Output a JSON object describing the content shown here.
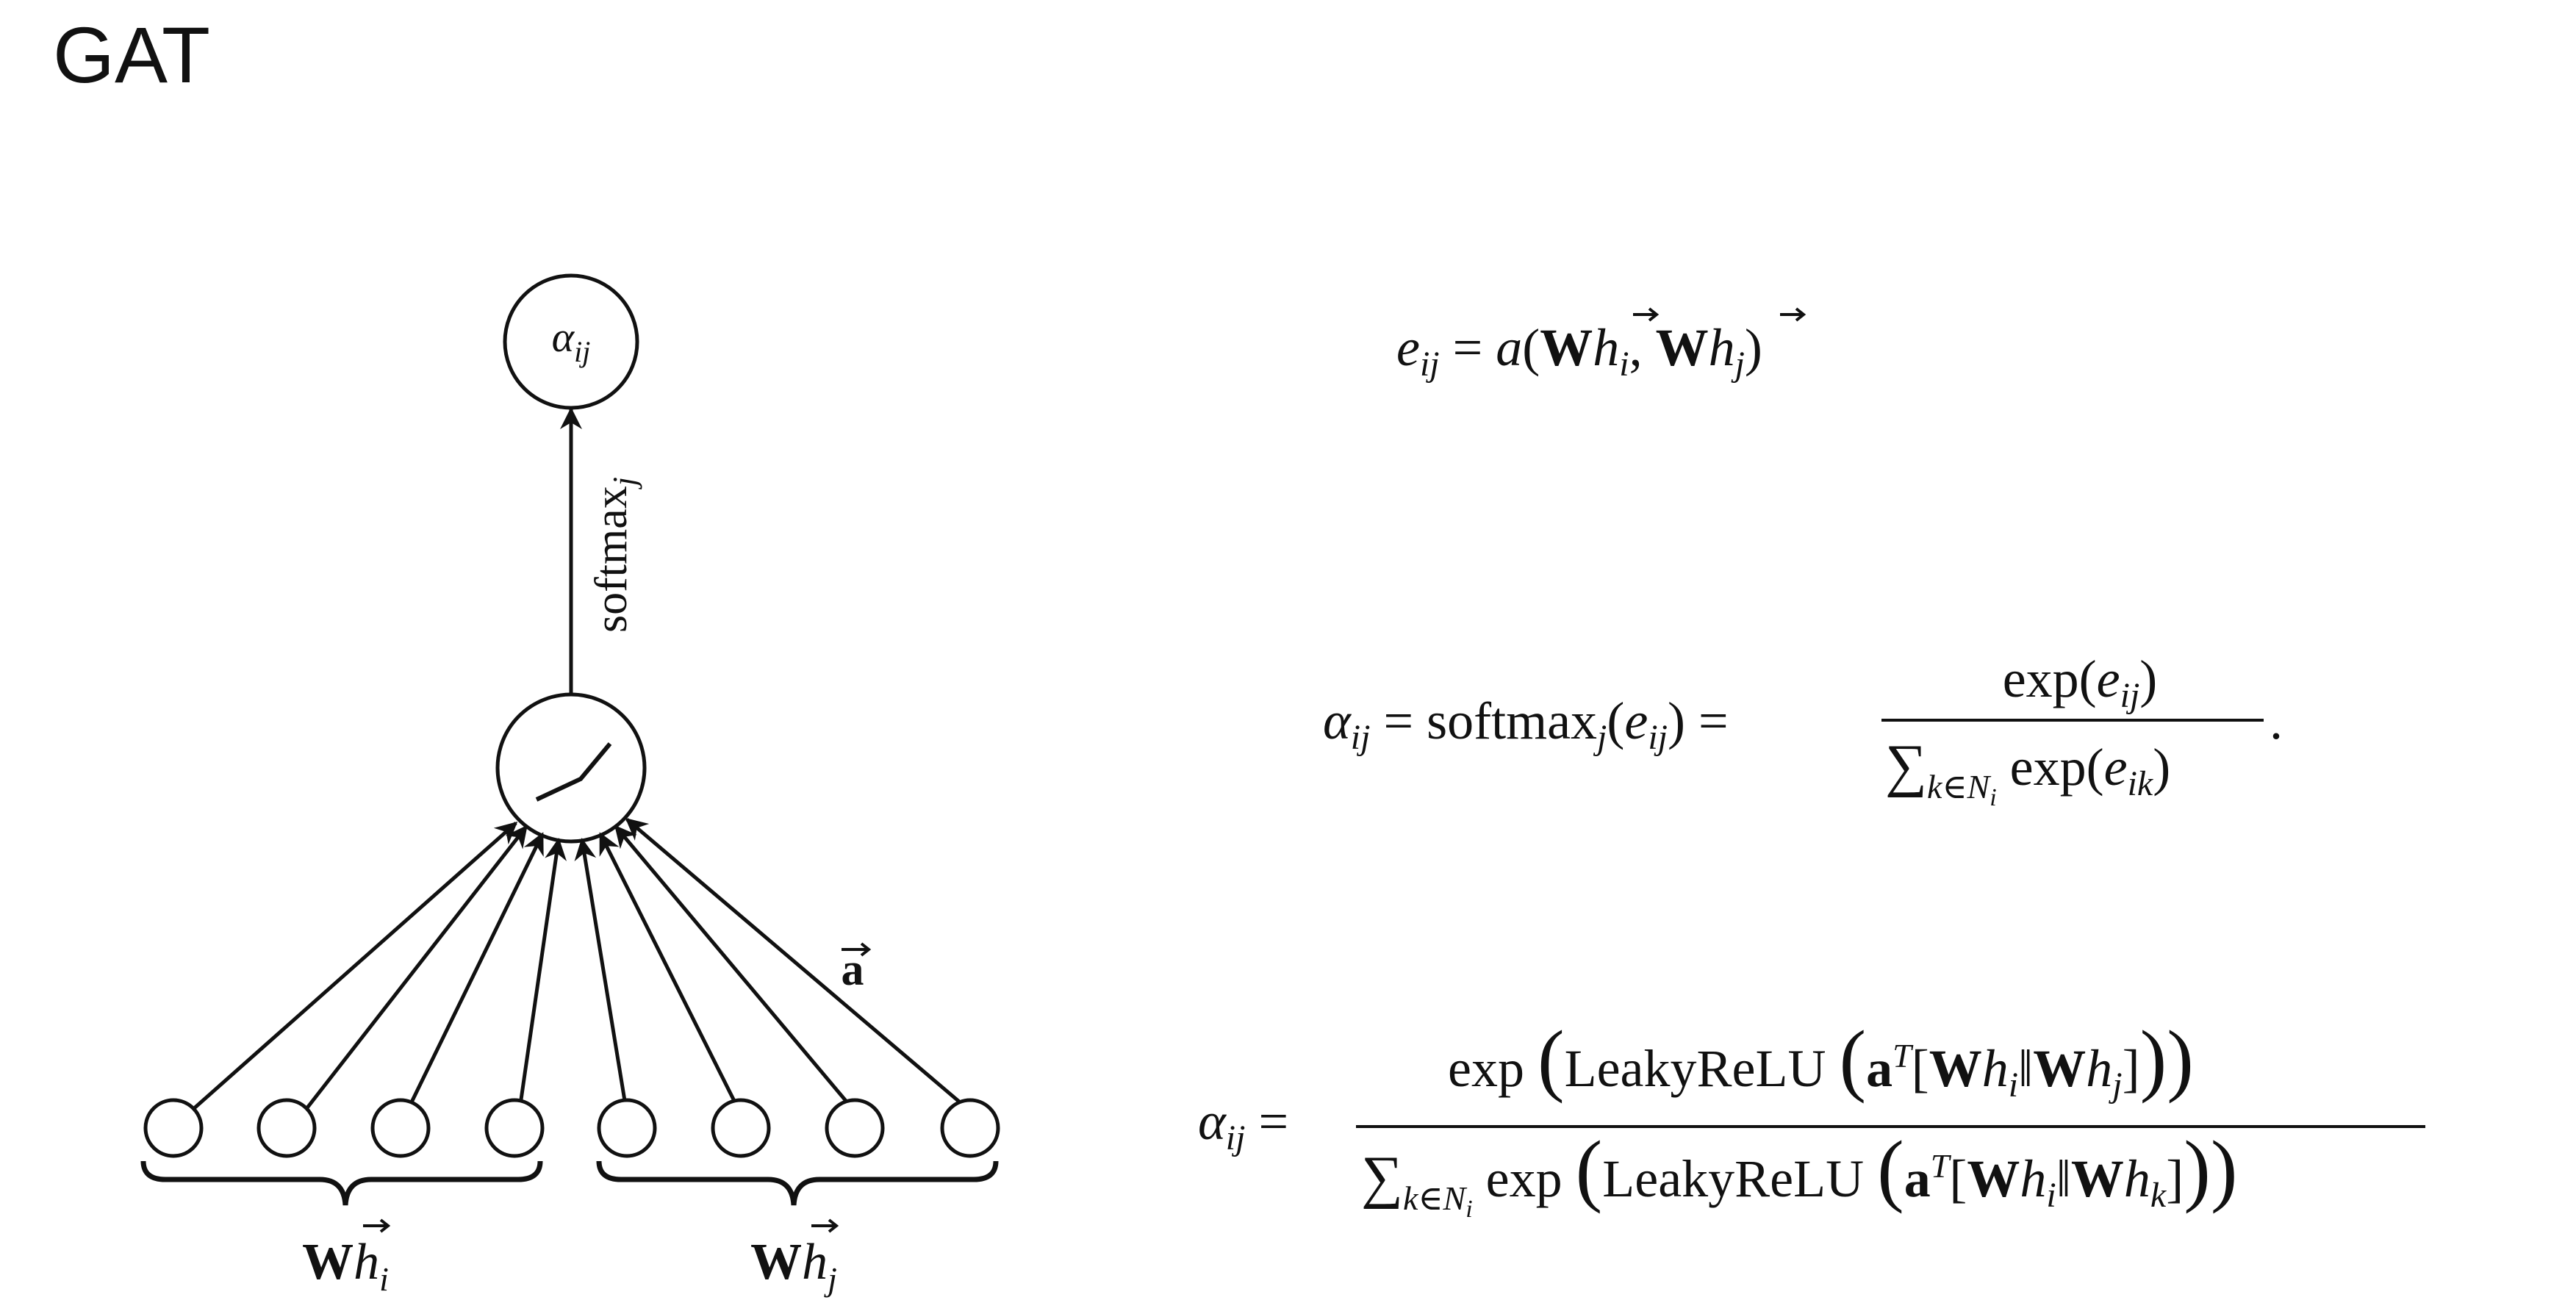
{
  "title": "GAT",
  "diagram": {
    "top_node_label": "α_ij",
    "edge_label_softmax": "softmax_j",
    "weight_label": "a",
    "left_group_label": "Wh_i",
    "right_group_label": "Wh_j",
    "input_node_count": 8,
    "activation_icon": "relu-curve-icon"
  },
  "equations": [
    {
      "name": "attention-coefficient",
      "text": "e_ij = a(W h_i, W h_j)"
    },
    {
      "name": "softmax-normalization",
      "text": "α_ij = softmax_j(e_ij) = exp(e_ij) / Σ_{k∈N_i} exp(e_ik)."
    },
    {
      "name": "leakyrelu-attention",
      "text": "α_ij = exp(LeakyReLU(a^T [W h_i ‖ W h_j])) / Σ_{k∈N_i} exp(LeakyReLU(a^T [W h_i ‖ W h_k]))"
    }
  ]
}
